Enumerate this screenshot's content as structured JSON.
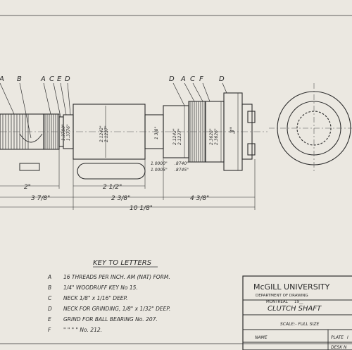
{
  "drawing": {
    "callouts_left": [
      "A",
      "B",
      "A",
      "C",
      "E",
      "D"
    ],
    "callouts_right": [
      "D",
      "A",
      "C",
      "F",
      "D"
    ],
    "dims": {
      "d1": "1.3780\"",
      "d1b": "1.3776\"",
      "d2": "2.1242\"",
      "d2b": "2.1237\"",
      "d3": "1 3/8\"",
      "d4": "2.1242\"",
      "d5": "2.1237\"",
      "d6": "2.3628\"",
      "d7": "2.3626\"",
      "d8": "3\"",
      "d9": "1.0000\"",
      "d10": "1.0005\"",
      ".8740": ".8740\"",
      ".8745": ".8745\"",
      "l1": "2\"",
      "l2": "2 1/2\"",
      "l3": "3 7/8\"",
      "l4": "2 3/8\"",
      "l5": "4 3/8\"",
      "l6": "10 1/8\""
    },
    "key": {
      "title": "KEY TO LETTERS",
      "rows": [
        {
          "letter": "A",
          "text": "16 THREADS PER INCH.  AM (NAT) FORM."
        },
        {
          "letter": "B",
          "text": "1/4\" WOODRUFF KEY  No 15."
        },
        {
          "letter": "C",
          "text": "NECK  1/8\" x 1/16\"  DEEP."
        },
        {
          "letter": "D",
          "text": "NECK  FOR GRINDING,  1/8\" x 1/32\"  DEEP."
        },
        {
          "letter": "E",
          "text": "GRIND FOR BALL BEARING  No. 207."
        },
        {
          "letter": "F",
          "text": "\"       \"        \"        \"           No. 212."
        }
      ]
    }
  },
  "title_block": {
    "university": "McGILL UNIVERSITY",
    "department": "DEPARTMENT OF DRAWING",
    "city": "MONTREAL",
    "date": "19__",
    "title": "CLUTCH SHAFT",
    "scale": "SCALE:- FULL SIZE",
    "name_label": "NAME",
    "plate_label": "PLATE",
    "plate_no": "I",
    "desk_label": "DESK N"
  }
}
